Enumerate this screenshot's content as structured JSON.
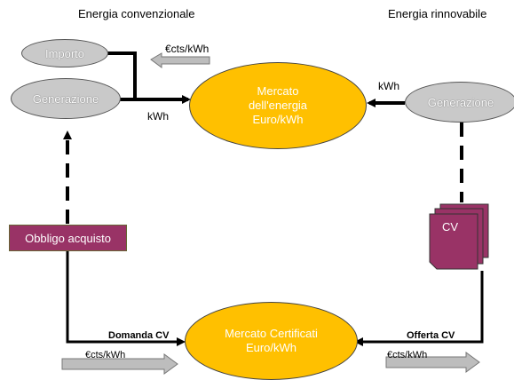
{
  "headers": {
    "left": "Energia convenzionale",
    "right": "Energia rinnovabile"
  },
  "nodes": {
    "importo": "Importo",
    "generazione_left": "Generazione",
    "generazione_right": "Generazione",
    "mercato_energia": [
      "Mercato",
      "dell'energia",
      "Euro/kWh"
    ],
    "mercato_certificati": [
      "Mercato Certificati",
      "Euro/kWh"
    ],
    "obbligo": "Obbligo acquisto",
    "cv": "CV"
  },
  "labels": {
    "cts_top": "€cts/kWh",
    "kwh_left": "kWh",
    "kwh_right": "kWh",
    "domanda": "Domanda CV",
    "offerta": "Offerta CV",
    "cts_bottom_left": "€cts/kWh",
    "cts_bottom_right": "€cts/kWh"
  },
  "colors": {
    "market": "#ffc000",
    "generator": "#c9c9c9",
    "obbligo": "#993366",
    "cv": "#993366",
    "price_arrow": "#bdbdbd"
  }
}
